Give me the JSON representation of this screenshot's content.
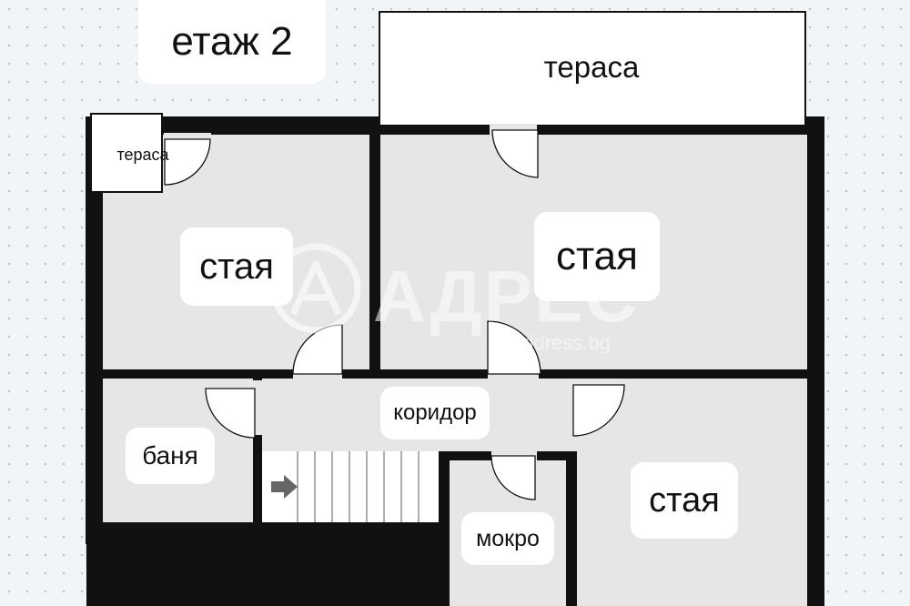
{
  "floor": {
    "title": "етаж 2"
  },
  "rooms": {
    "terrace_top": "тераса",
    "terrace_small": "тераса",
    "room_left": "стая",
    "room_center": "стая",
    "room_bottom_right": "стая",
    "corridor": "коридор",
    "bathroom": "баня",
    "wet_room": "мокро"
  },
  "watermark": {
    "brand": "АДРЕС",
    "url": "address.bg"
  },
  "colors": {
    "wall": "#111111",
    "room_fill": "#e6e6e6",
    "background": "#f2f5f8",
    "dots": "#b9c8d8"
  }
}
